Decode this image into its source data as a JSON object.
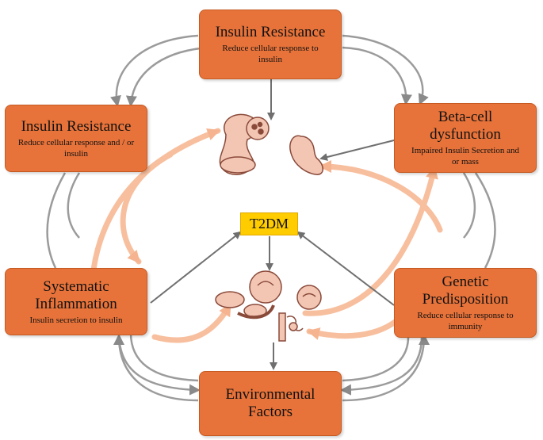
{
  "center": {
    "label": "T2DM"
  },
  "nodes": {
    "top": {
      "title": "Insulin Resistance",
      "subtitle": "Reduce cellular response to insulin"
    },
    "upper_left": {
      "title": "Insulin Resistance",
      "subtitle": "Reduce cellular response and / or insulin"
    },
    "upper_right": {
      "title_line1": "Beta-cell",
      "title_line2": "dysfunction",
      "subtitle": "Impaired Insulin Secretion and or mass"
    },
    "lower_left": {
      "title_line1": "Systematic",
      "title_line2": "Inflammation",
      "subtitle": "Insulin secretion to insulin"
    },
    "lower_right": {
      "title_line1": "Genetic",
      "title_line2": "Predisposition",
      "subtitle": "Reduce cellular response to immunity"
    },
    "bottom": {
      "title_line1": "Environmental",
      "title_line2": "Factors"
    }
  },
  "colors": {
    "box_fill": "#e8733a",
    "box_border": "#c55a22",
    "center_fill": "#ffcc00",
    "arrow_gray": "#707070",
    "ring_gray": "#9a9a9a",
    "glow_arrow": "#f6b48e",
    "organ_fill": "#f3c6b4",
    "organ_stroke": "#8a4a3a"
  }
}
